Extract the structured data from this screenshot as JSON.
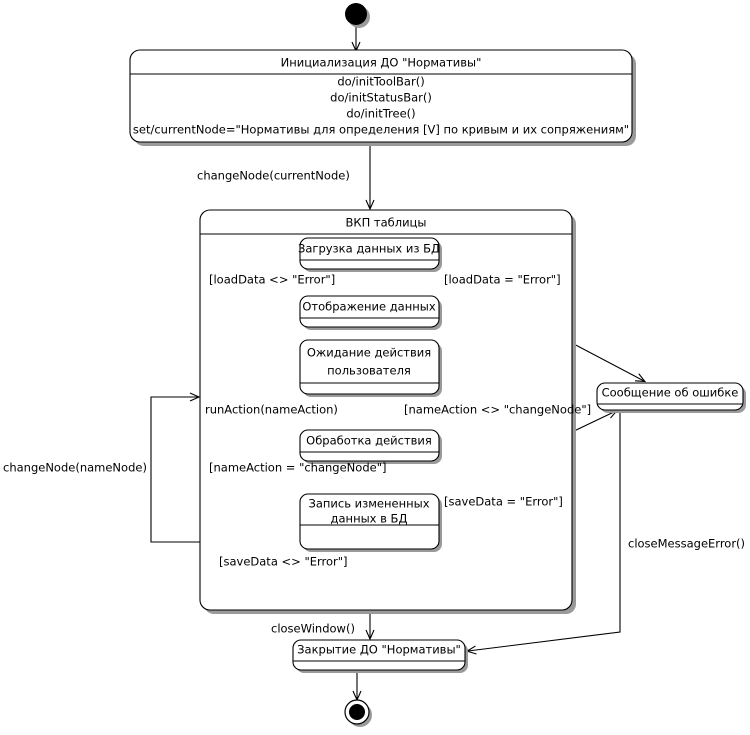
{
  "diagram": {
    "type": "uml-state-machine",
    "title": "",
    "background_color": "#ffffff",
    "line_color": "#000000",
    "shadow_color": "#9a9a9a"
  },
  "states": {
    "initial_top": {
      "kind": "initial-pseudostate",
      "label": ""
    },
    "init_do": {
      "kind": "composite-activity-state",
      "name": "Инициализация ДО \"Нормативы\"",
      "activities": [
        "do/initToolBar()",
        "do/initStatusBar()",
        "do/initTree()",
        "set/currentNode=\"Нормативы для определения [V] по кривым и их сопряжениям\""
      ]
    },
    "vkp_table": {
      "kind": "composite-state",
      "name": "ВКП таблицы"
    },
    "load_data": {
      "kind": "state",
      "name": "Загрузка данных из БД"
    },
    "show_data": {
      "kind": "state",
      "name": "Отображение данных"
    },
    "wait_user": {
      "kind": "state",
      "name": "Ожидание действия пользователя"
    },
    "process_action": {
      "kind": "state",
      "name": "Обработка действия"
    },
    "save_data": {
      "kind": "state",
      "name": "Запись измененных данных в БД"
    },
    "error_message": {
      "kind": "state",
      "name": "Сообщение об ошибке"
    },
    "close_do": {
      "kind": "state",
      "name": "Закрытие ДО \"Нормативы\""
    },
    "final_inner": {
      "kind": "final-state",
      "label": ""
    },
    "final_bottom": {
      "kind": "final-state",
      "label": ""
    }
  },
  "transitions": {
    "t_init_to_vkp": "changeNode(currentNode)",
    "t_load_ok": "[loadData <> \"Error\"]",
    "t_load_err": "[loadData = \"Error\"]",
    "t_run_action": "runAction(nameAction)",
    "t_action_not_change": "[nameAction <> \"changeNode\"]",
    "t_action_is_change": "[nameAction = \"changeNode\"]",
    "t_save_err": "[saveData = \"Error\"]",
    "t_save_ok": "[saveData <> \"Error\"]",
    "t_change_node": "changeNode(nameNode)",
    "t_close_window": "closeWindow()",
    "t_close_message_error": "closeMessageError()"
  }
}
